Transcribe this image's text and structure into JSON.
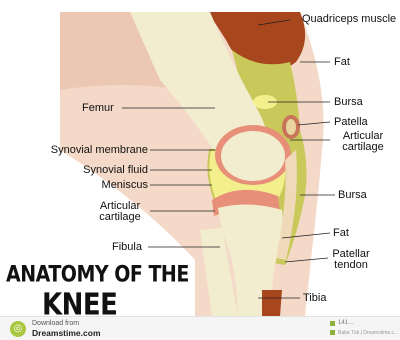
{
  "title_line1": "ANATOMY OF THE",
  "title_line2": "KNEE",
  "labels": {
    "quadriceps": "Quadriceps muscle",
    "fat_top": "Fat",
    "bursa_top": "Bursa",
    "patella": "Patella",
    "articular_cartilage_right": "Articular cartilage",
    "femur": "Femur",
    "synovial_membrane": "Synovial membrane",
    "synovial_fluid": "Synovial fluid",
    "meniscus": "Meniscus",
    "articular_cartilage_left": "Articular cartilage",
    "bursa_mid": "Bursa",
    "fat_bottom": "Fat",
    "fibula": "Fibula",
    "patellar_tendon": "Patellar tendon",
    "tibia": "Tibia"
  },
  "footer": {
    "download_from": "Download from",
    "site": "Dreamstime.com",
    "image_id": "141…",
    "credit": "Baba Tuti | Dreamstime.c…"
  },
  "colors": {
    "bone": "#f2edcf",
    "muscle": "#a8461e",
    "skin": "#f2d4c2",
    "cartilage": "#e88f7a",
    "fat": "#c9c85a",
    "synovial_fluid": "#f3ef8c"
  }
}
